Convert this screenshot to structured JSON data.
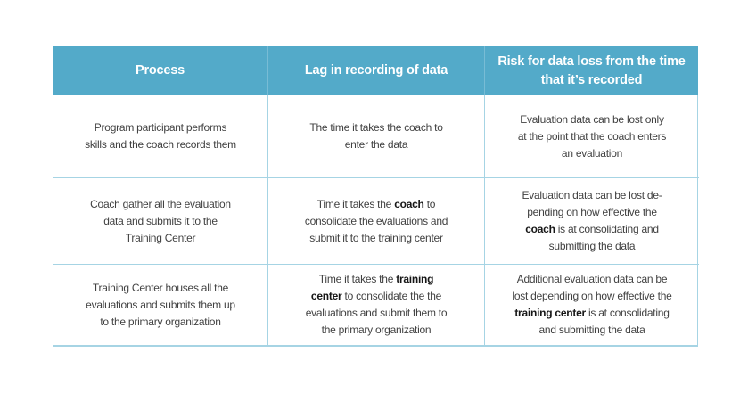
{
  "page": {
    "background_color": "#ffffff"
  },
  "table": {
    "accent_color": "#53aac9",
    "border_color": "#a6d4e4",
    "header_text_color": "#ffffff",
    "body_text_color": "#414141",
    "columns": [
      {
        "label": "Process"
      },
      {
        "label": "Lag in recording of data"
      },
      {
        "label": "Risk for data loss from the time\nthat it’s recorded"
      }
    ],
    "rows": [
      {
        "cells": [
          {
            "segments": [
              {
                "text": "Program participant performs\nskills and the coach records them",
                "bold": false
              }
            ]
          },
          {
            "segments": [
              {
                "text": "The time it takes the coach to\nenter the data",
                "bold": false
              }
            ]
          },
          {
            "segments": [
              {
                "text": "Evaluation data can be lost only\nat the point that the coach enters\nan evaluation",
                "bold": false
              }
            ]
          }
        ]
      },
      {
        "cells": [
          {
            "segments": [
              {
                "text": "Coach gather all the evaluation\ndata and submits it to the\nTraining Center",
                "bold": false
              }
            ]
          },
          {
            "segments": [
              {
                "text": "Time it takes the ",
                "bold": false
              },
              {
                "text": "coach",
                "bold": true
              },
              {
                "text": " to\nconsolidate the evaluations and\nsubmit it to the training center",
                "bold": false
              }
            ]
          },
          {
            "segments": [
              {
                "text": "Evaluation data can be lost de-\npending on how effective the\n",
                "bold": false
              },
              {
                "text": "coach",
                "bold": true
              },
              {
                "text": " is at consolidating and\nsubmitting the data",
                "bold": false
              }
            ]
          }
        ]
      },
      {
        "cells": [
          {
            "segments": [
              {
                "text": "Training Center houses all the\nevaluations and submits them up\nto the primary organization",
                "bold": false
              }
            ]
          },
          {
            "segments": [
              {
                "text": "Time it takes the ",
                "bold": false
              },
              {
                "text": "training\ncenter",
                "bold": true
              },
              {
                "text": " to consolidate the the\nevaluations and submit them to\nthe primary organization",
                "bold": false
              }
            ]
          },
          {
            "segments": [
              {
                "text": "Additional evaluation data can be\nlost depending on how effective the\n",
                "bold": false
              },
              {
                "text": "training center",
                "bold": true
              },
              {
                "text": " is at consolidating\nand submitting the data",
                "bold": false
              }
            ]
          }
        ]
      }
    ]
  }
}
